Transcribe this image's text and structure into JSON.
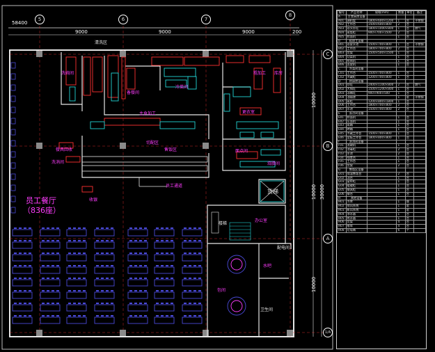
{
  "drawing": {
    "overall_dim": "58400",
    "span_dims": [
      "9000",
      "9000",
      "9000",
      "200"
    ],
    "vertical_dims": [
      "10000",
      "10000",
      "10000"
    ],
    "total_vertical": "30000",
    "column_axes": [
      "5",
      "6",
      "7",
      "8"
    ],
    "row_axes": [
      "C",
      "B",
      "A",
      "1/A"
    ]
  },
  "rooms": {
    "staff_dining": "员工餐厅",
    "seat_count": "（836座）",
    "freight_elevator": "货梯",
    "office": "办公室",
    "toilet_label": "卫生间",
    "private_room": "包间",
    "water_room": "水吧",
    "stairs_label": "楼梯",
    "top_label": "清洗区",
    "misc_labels": [
      "洗碗间",
      "备餐间",
      "冷菜间",
      "主食加工",
      "粗加工",
      "库房",
      "更衣室",
      "面点间",
      "烧腊间",
      "切配区",
      "售饭区",
      "餐具回收",
      "洗消间",
      "收银",
      "配电间",
      "员工通道"
    ]
  },
  "colors": {
    "background": "#000000",
    "wall": "#e6e6e6",
    "table": "#4a4ad8",
    "equipment_red": "#ff3030",
    "equipment_cyan": "#22d6d6",
    "label_magenta": "#ff3cff",
    "table_border": "#9a9a9a"
  },
  "panel": {
    "header": [
      "编号",
      "产品名称",
      "规格(mm)",
      "数量",
      "单位",
      "备注"
    ],
    "rows": [
      [
        "A",
        "主食厨房设备",
        "",
        "",
        "",
        ""
      ],
      [
        "A01",
        "调料架",
        "1800×600×1200",
        "1",
        "台",
        "不锈钢"
      ],
      [
        "A02",
        "工作台",
        "1500×600×800",
        "2",
        "台",
        ""
      ],
      [
        "A03",
        "双头炒灶",
        "1800×1000×800",
        "1",
        "台",
        "燃气"
      ],
      [
        "A04",
        "蒸饭柜",
        "900×700×1500",
        "2",
        "台",
        ""
      ],
      [
        "A05",
        "和面机",
        "",
        "1",
        "台",
        ""
      ],
      [
        "B",
        "粗加工设备",
        "",
        "",
        "",
        ""
      ],
      [
        "B01",
        "双星水池",
        "1500×700×800",
        "1",
        "台",
        "不锈钢"
      ],
      [
        "B02",
        "工作台",
        "1800×700×800",
        "2",
        "台",
        ""
      ],
      [
        "B03",
        "货架",
        "1500×500×1500",
        "1",
        "台",
        ""
      ],
      [
        "B04",
        "切菜机",
        "",
        "1",
        "台",
        ""
      ],
      [
        "B05",
        "绞肉机",
        "",
        "1",
        "台",
        ""
      ],
      [
        "B06",
        "去皮机",
        "",
        "1",
        "台",
        ""
      ],
      [
        "C",
        "冷菜间设备",
        "",
        "",
        "",
        ""
      ],
      [
        "C01",
        "工作台",
        "1500×700×800",
        "1",
        "台",
        ""
      ],
      [
        "C02",
        "冷藏柜",
        "1200×700×800",
        "1",
        "台",
        ""
      ],
      [
        "D",
        "热厨房设备",
        "",
        "",
        "",
        ""
      ],
      [
        "D01",
        "炒灶",
        "2400×1100×800",
        "2",
        "台",
        "燃气"
      ],
      [
        "D02",
        "大锅灶",
        "1500×1200×800",
        "1",
        "台",
        ""
      ],
      [
        "D03",
        "汤桶灶",
        "900×900×500",
        "1",
        "台",
        ""
      ],
      [
        "D04",
        "油烟罩",
        "",
        "1",
        "套",
        "不锈钢"
      ],
      [
        "D05",
        "蒸柜",
        "1200×800×1800",
        "1",
        "台",
        ""
      ],
      [
        "D06",
        "工作台",
        "1800×700×800",
        "2",
        "台",
        ""
      ],
      [
        "D07",
        "水池",
        "1500×700×800",
        "2",
        "台",
        ""
      ],
      [
        "E",
        "面点间设备",
        "",
        "",
        "",
        ""
      ],
      [
        "E01",
        "和面机",
        "",
        "1",
        "台",
        ""
      ],
      [
        "E02",
        "压面机",
        "",
        "1",
        "台",
        ""
      ],
      [
        "E03",
        "蒸箱",
        "",
        "1",
        "台",
        ""
      ],
      [
        "E04",
        "烤箱",
        "",
        "1",
        "台",
        ""
      ],
      [
        "E05",
        "冷藏工作台",
        "1500×700×800",
        "1",
        "台",
        ""
      ],
      [
        "E06",
        "案板工作台",
        "1800×800×800",
        "1",
        "台",
        ""
      ],
      [
        "F",
        "洗消间设备",
        "",
        "",
        "",
        ""
      ],
      [
        "F01",
        "洗碗机",
        "",
        "1",
        "台",
        ""
      ],
      [
        "F02",
        "消毒柜",
        "",
        "2",
        "台",
        ""
      ],
      [
        "F03",
        "水池",
        "",
        "2",
        "台",
        ""
      ],
      [
        "F04",
        "残食台",
        "",
        "1",
        "台",
        ""
      ],
      [
        "F05",
        "工作台",
        "",
        "1",
        "台",
        ""
      ],
      [
        "F06",
        "货架",
        "",
        "2",
        "台",
        ""
      ],
      [
        "G",
        "售饭区设备",
        "",
        "",
        "",
        ""
      ],
      [
        "G01",
        "保温售饭台",
        "",
        "2",
        "台",
        ""
      ],
      [
        "G02",
        "汤台",
        "",
        "1",
        "台",
        ""
      ],
      [
        "G03",
        "留样柜",
        "",
        "1",
        "台",
        ""
      ],
      [
        "G04",
        "暖碟柜",
        "",
        "1",
        "台",
        ""
      ],
      [
        "G05",
        "餐具柜",
        "",
        "1",
        "台",
        ""
      ],
      [
        "G06",
        "餐台",
        "",
        "1",
        "台",
        ""
      ],
      [
        "H",
        "其他设备",
        "",
        "",
        "",
        ""
      ],
      [
        "H01",
        "冷库",
        "",
        "1",
        "座",
        ""
      ],
      [
        "H02",
        "排风系统",
        "",
        "1",
        "套",
        ""
      ],
      [
        "H03",
        "新风系统",
        "",
        "1",
        "套",
        ""
      ],
      [
        "H04",
        "净水器",
        "",
        "1",
        "台",
        ""
      ],
      [
        "H05",
        "热水器",
        "",
        "1",
        "台",
        ""
      ],
      [
        "H06",
        "货架",
        "",
        "4",
        "台",
        ""
      ],
      [
        "H07",
        "推车",
        "",
        "4",
        "台",
        ""
      ],
      [
        "H08",
        "垃圾桶",
        "",
        "6",
        "个",
        ""
      ]
    ]
  }
}
